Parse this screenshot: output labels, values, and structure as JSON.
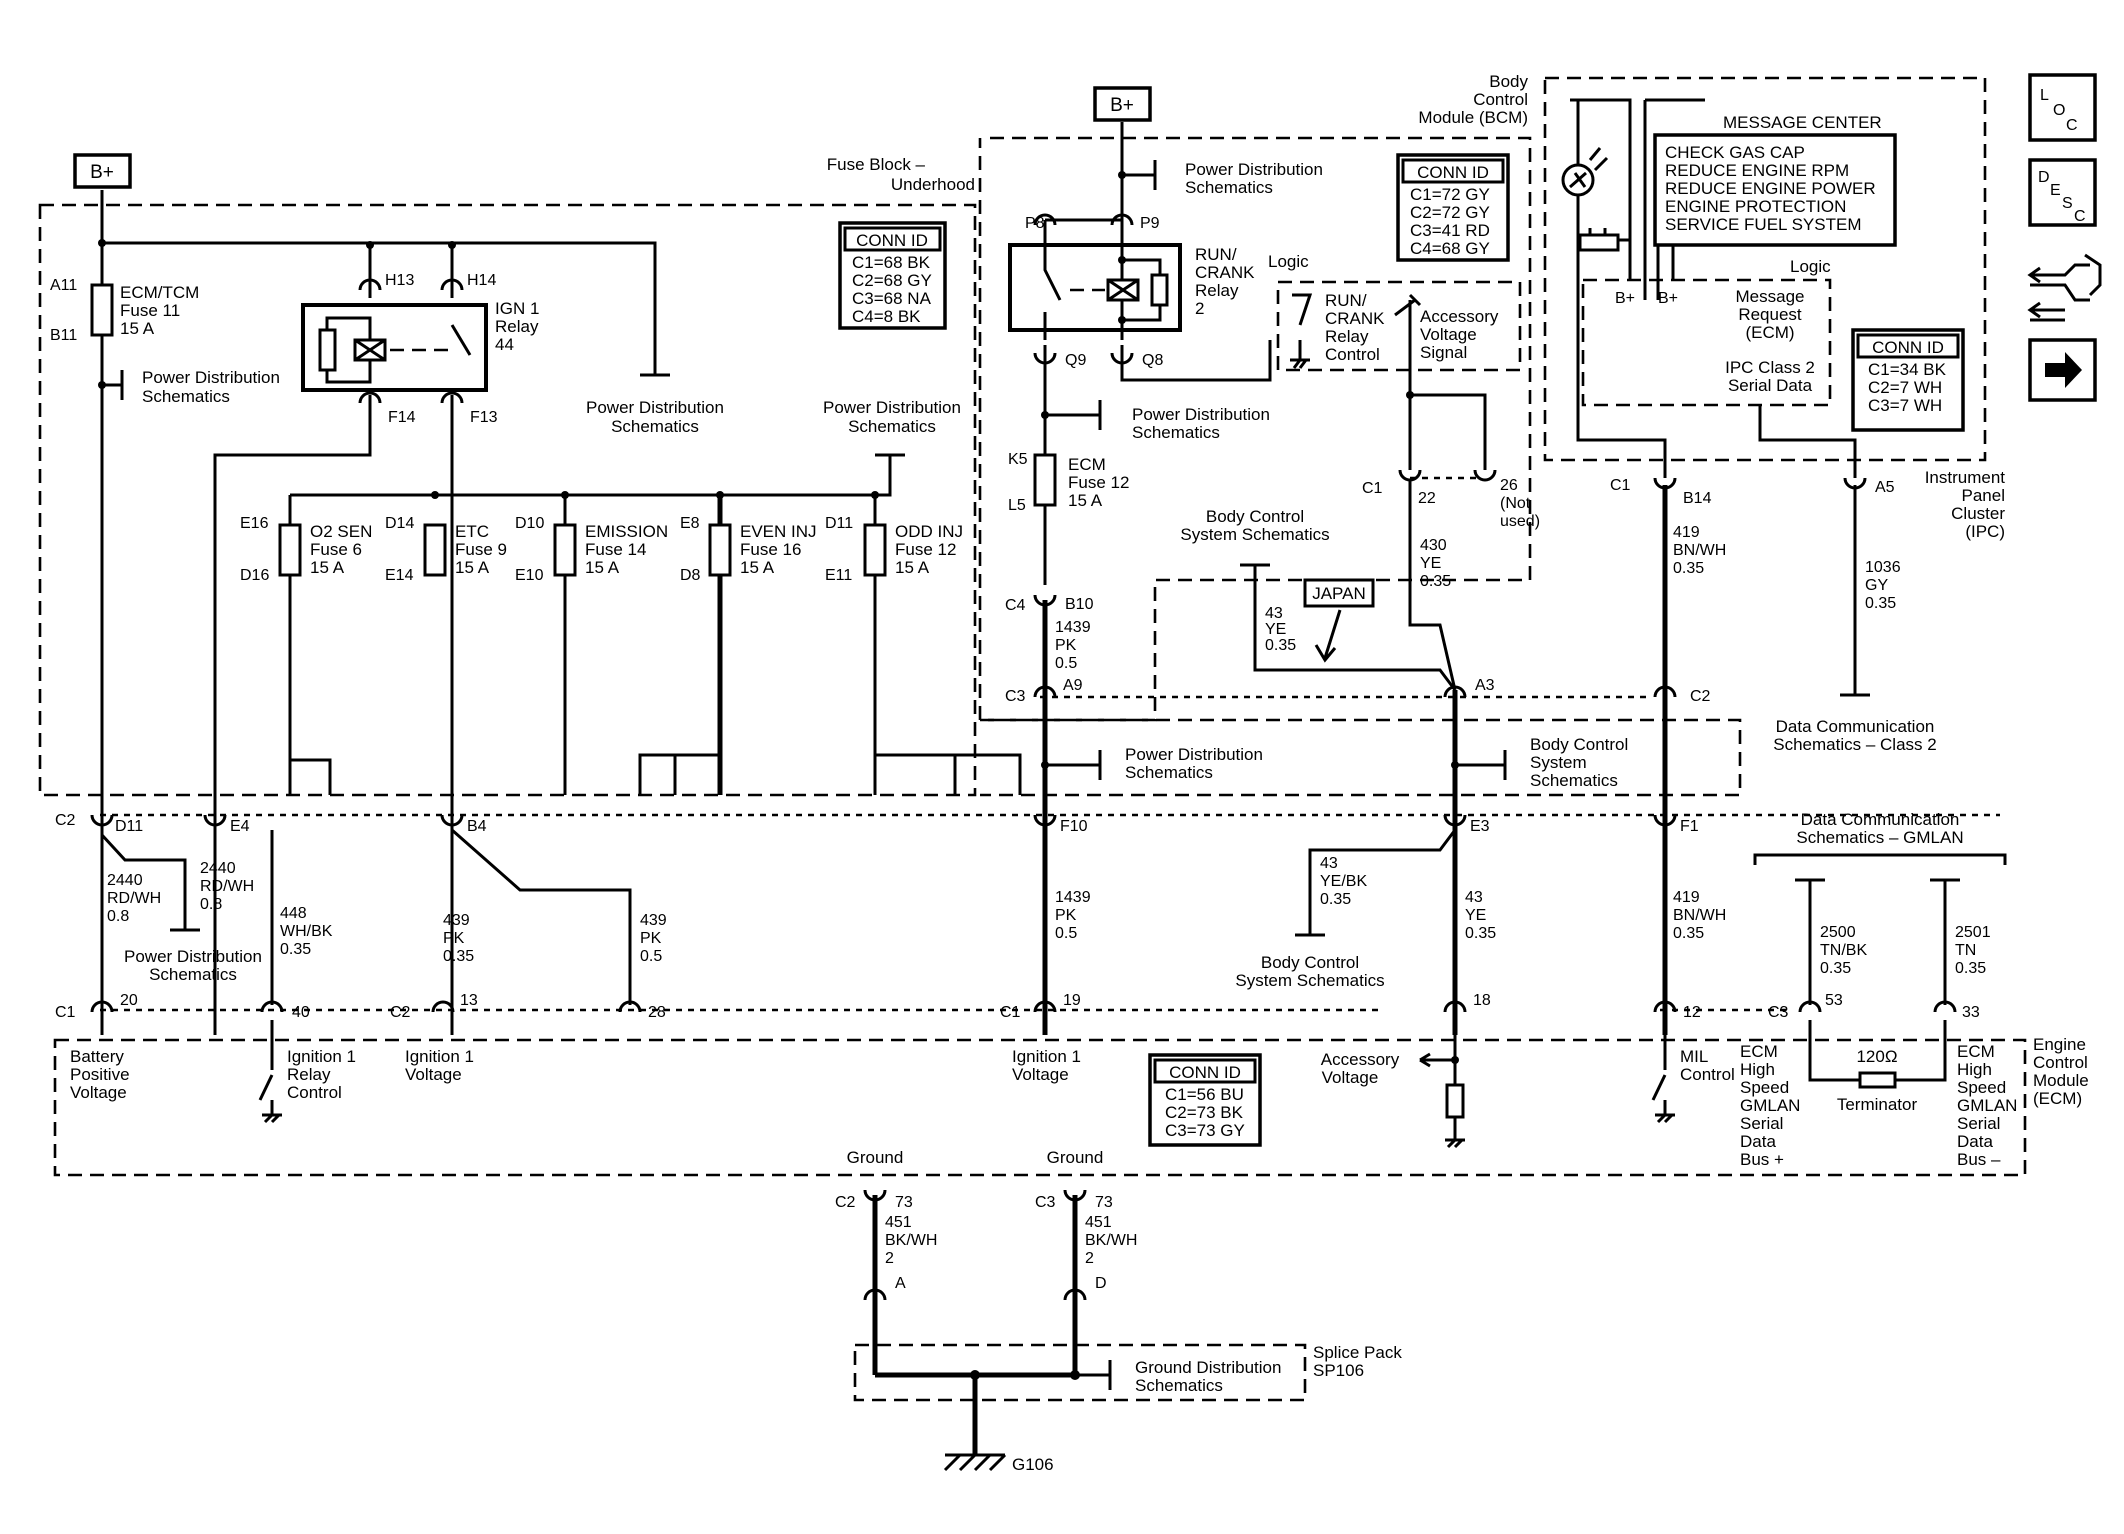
{
  "ecm_block": {
    "bplus": "B+",
    "fuse_block": [
      "Fuse Block –",
      "Underhood"
    ],
    "fuse11": {
      "p1": "A11",
      "p2": "B11",
      "name": [
        "ECM/TCM",
        "Fuse 11",
        "15 A"
      ]
    },
    "pds1": [
      "Power Distribution",
      "Schematics"
    ],
    "relay": {
      "h13": "H13",
      "h14": "H14",
      "f14": "F14",
      "f13": "F13",
      "name": [
        "IGN 1",
        "Relay",
        "44"
      ]
    },
    "pds2": [
      "Power Distribution",
      "Schematics"
    ],
    "pds3": [
      "Power Distribution",
      "Schematics"
    ],
    "conn": {
      "title": "CONN ID",
      "rows": [
        "C1=68 BK",
        "C2=68 GY",
        "C3=68 NA",
        "C4=8 BK"
      ]
    },
    "fuses": [
      {
        "a": "E16",
        "b": "D16",
        "name": [
          "O2 SEN",
          "Fuse 6",
          "15 A"
        ]
      },
      {
        "a": "D14",
        "b": "E14",
        "name": [
          "ETC",
          "Fuse 9",
          "15 A"
        ]
      },
      {
        "a": "D10",
        "b": "E10",
        "name": [
          "EMISSION",
          "Fuse 14",
          "15 A"
        ]
      },
      {
        "a": "E8",
        "b": "D8",
        "name": [
          "EVEN INJ",
          "Fuse 16",
          "15 A"
        ]
      },
      {
        "a": "D11",
        "b": "E11",
        "name": [
          "ODD INJ",
          "Fuse 12",
          "15 A"
        ]
      }
    ]
  },
  "bcm_block": {
    "bplus": "B+",
    "p8": "P8",
    "p9": "P9",
    "q9": "Q9",
    "q8": "Q8",
    "pds": [
      "Power Distribution",
      "Schematics"
    ],
    "relay": [
      "RUN/",
      "CRANK",
      "Relay",
      "2"
    ],
    "logic": "Logic",
    "ctrl": [
      "RUN/",
      "CRANK",
      "Relay",
      "Control"
    ],
    "acc": [
      "Accessory",
      "Voltage",
      "Signal"
    ],
    "title": [
      "Body",
      "Control",
      "Module (BCM)"
    ],
    "conn": {
      "title": "CONN ID",
      "rows": [
        "C1=72 GY",
        "C2=72 GY",
        "C3=41 RD",
        "C4=68 GY"
      ]
    },
    "pds2": [
      "Power Distribution",
      "Schematics"
    ],
    "fuse12": {
      "k5": "K5",
      "l5": "L5",
      "name": [
        "ECM",
        "Fuse 12",
        "15 A"
      ]
    },
    "c1_22": [
      "C1",
      "22"
    ],
    "notused": [
      "26",
      "(Not",
      "used)"
    ],
    "wire430": [
      "430",
      "YE",
      "0.35"
    ],
    "bcss": [
      "Body Control",
      "System Schematics"
    ],
    "wire43a": [
      "43",
      "YE",
      "0.35"
    ],
    "japan": "JAPAN",
    "c4": "C4",
    "b10": "B10",
    "wire1439a": [
      "1439",
      "PK",
      "0.5"
    ],
    "c3": "C3",
    "a9": "A9",
    "a3": "A3"
  },
  "ipc": {
    "msg_center": "MESSAGE CENTER",
    "messages": [
      "CHECK GAS CAP",
      "REDUCE ENGINE RPM",
      "REDUCE ENGINE POWER",
      "ENGINE PROTECTION",
      "SERVICE FUEL SYSTEM"
    ],
    "logic": "Logic",
    "bp1": "B+",
    "bp2": "B+",
    "req": [
      "Message",
      "Request",
      "(ECM)"
    ],
    "serial": [
      "IPC Class 2",
      "Serial Data"
    ],
    "conn": {
      "title": "CONN ID",
      "rows": [
        "C1=34 BK",
        "C2=7 WH",
        "C3=7 WH"
      ]
    },
    "c1": "C1",
    "b14": "B14",
    "a5": "A5",
    "title": [
      "Instrument",
      "Panel",
      "Cluster",
      "(IPC)"
    ],
    "wire419a": [
      "419",
      "BN/WH",
      "0.35"
    ],
    "wire1036": [
      "1036",
      "GY",
      "0.35"
    ],
    "c2": "C2",
    "dcs": [
      "Data Communication",
      "Schematics – Class 2"
    ]
  },
  "middle": {
    "pds": [
      "Power Distribution",
      "Schematics"
    ],
    "bcss": [
      "Body Control",
      "System",
      "Schematics"
    ],
    "c2": "C2",
    "d11": "D11",
    "e4": "E4",
    "b4": "B4",
    "f10": "F10",
    "e3": "E3",
    "f1": "F1",
    "w2440a": [
      "2440",
      "RD/WH",
      "0.8"
    ],
    "w2440b": [
      "2440",
      "RD/WH",
      "0.8"
    ],
    "pds2": [
      "Power Distribution",
      "Schematics"
    ],
    "w448": [
      "448",
      "WH/BK",
      "0.35"
    ],
    "w439a": [
      "439",
      "PK",
      "0.35"
    ],
    "w439b": [
      "439",
      "PK",
      "0.5"
    ],
    "w1439b": [
      "1439",
      "PK",
      "0.5"
    ],
    "w43b": [
      "43",
      "YE/BK",
      "0.35"
    ],
    "bcss2": [
      "Body Control",
      "System Schematics"
    ],
    "w43c": [
      "43",
      "YE",
      "0.35"
    ],
    "w419b": [
      "419",
      "BN/WH",
      "0.35"
    ],
    "gmlan": [
      "Data Communication",
      "Schematics – GMLAN"
    ],
    "w2500": [
      "2500",
      "TN/BK",
      "0.35"
    ],
    "w2501": [
      "2501",
      "TN",
      "0.35"
    ]
  },
  "ecm": {
    "c1a": "C1",
    "p20": "20",
    "p40": "40",
    "c2": "C2",
    "p13": "13",
    "p28": "28",
    "c1b": "C1",
    "p19": "19",
    "p18": "18",
    "p12": "12",
    "c3": "C3",
    "p53": "53",
    "p33": "33",
    "bat": [
      "Battery",
      "Positive",
      "Voltage"
    ],
    "ign1rc": [
      "Ignition 1",
      "Relay",
      "Control"
    ],
    "ign1v": [
      "Ignition 1",
      "Voltage"
    ],
    "ign1v2": [
      "Ignition 1",
      "Voltage"
    ],
    "conn": {
      "title": "CONN ID",
      "rows": [
        "C1=56 BU",
        "C2=73 BK",
        "C3=73 GY"
      ]
    },
    "acc": [
      "Accessory",
      "Voltage"
    ],
    "mil": [
      "MIL",
      "Control"
    ],
    "hs1": [
      "ECM",
      "High",
      "Speed",
      "GMLAN",
      "Serial",
      "Data",
      "Bus +"
    ],
    "term": [
      "120Ω",
      "Terminator"
    ],
    "hs2": [
      "ECM",
      "High",
      "Speed",
      "GMLAN",
      "Serial",
      "Data",
      "Bus –"
    ],
    "title": [
      "Engine",
      "Control",
      "Module",
      "(ECM)"
    ]
  },
  "ground": {
    "g1": "Ground",
    "g2": "Ground",
    "c2": "C2",
    "p73a": "73",
    "c3": "C3",
    "p73b": "73",
    "w451a": [
      "451",
      "BK/WH",
      "2"
    ],
    "w451b": [
      "451",
      "BK/WH",
      "2"
    ],
    "a": "A",
    "d": "D",
    "gds": [
      "Ground Distribution",
      "Schematics"
    ],
    "sp": [
      "Splice Pack",
      "SP106"
    ],
    "g106": "G106"
  },
  "nav": {
    "loc": [
      "L",
      "O",
      "C"
    ],
    "desc": [
      "D",
      "E",
      "S",
      "C"
    ]
  }
}
